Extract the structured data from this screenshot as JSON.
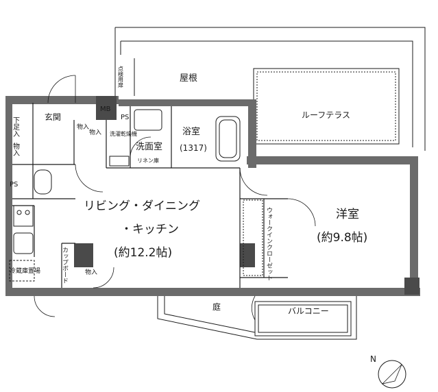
{
  "labels": {
    "roof": "屋根",
    "roof_terrace": "ルーフテラス",
    "entrance": "玄関",
    "shoe_storage": "下足入",
    "storage": "物入",
    "mb": "MB",
    "ps": "PS",
    "washroom": "洗面室",
    "washer_dryer": "洗濯乾燥機",
    "linen_storage": "リネン庫",
    "bathroom": "浴室",
    "bath_size": "(1317)",
    "ldk_line1": "リビング・ダイニング",
    "ldk_line2": "・キッチン",
    "ldk_size": "(約12.2帖)",
    "western_room": "洋室",
    "western_size": "(約9.8帖)",
    "walk_in_closet": "ウォークインクローゼット",
    "cupboard": "カップボード",
    "refrigerator": "冷蔵庫置場",
    "garden": "庭",
    "balcony": "バルコニー",
    "inspection_hatch": "点検用扉",
    "north": "N"
  },
  "colors": {
    "wall": "#6b6b6b",
    "line": "#1a1a1a",
    "column": "#4a4a4a"
  }
}
